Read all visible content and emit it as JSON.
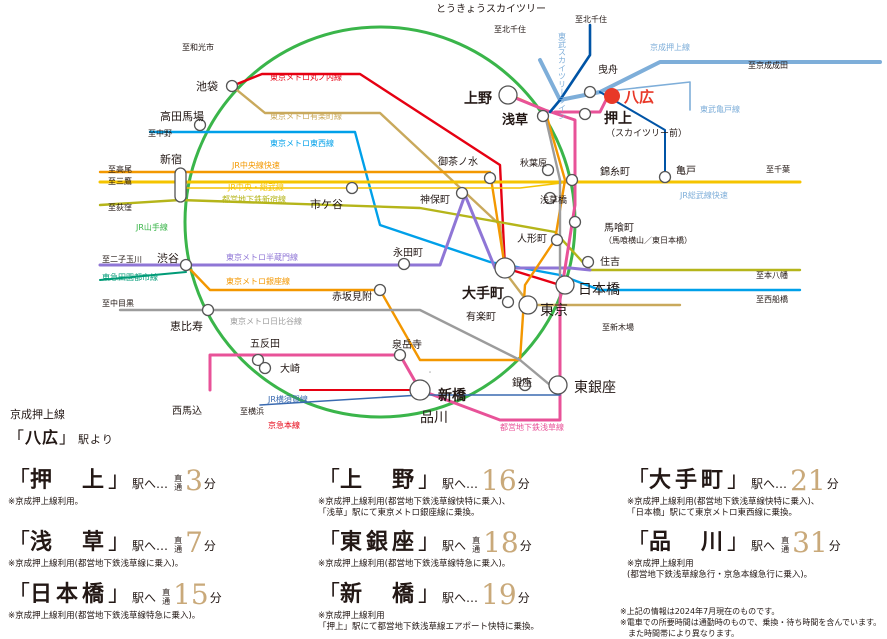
{
  "map": {
    "skytree_label": "とうきょうスカイツリー",
    "origin_station": "八広",
    "colors": {
      "yamanote": "#3ab54a",
      "chuo": "#f39800",
      "sobu": "#f5c400",
      "marunouchi": "#e60012",
      "yurakucho": "#c9a95c",
      "tozai": "#00a0e9",
      "hanzomon": "#8f76d6",
      "ginza": "#f39700",
      "hibiya": "#9c9c9c",
      "shinjuku_line": "#b5b51a",
      "asakusa": "#e85298",
      "keisei": "#7eaed9",
      "tobu": "#0054a6",
      "keikyu": "#e60012",
      "yokosuka": "#3a6ab0",
      "tokyu": "#009b77",
      "origin_marker": "#e83828"
    },
    "line_labels": {
      "marunouchi": "東京メトロ丸ノ内線",
      "yurakucho": "東京メトロ有楽町線",
      "tozai": "東京メトロ東西線",
      "chuo_rapid": "JR中央線快速",
      "chuo_sobu": "JR中央・総武線",
      "shinjuku": "都営地下鉄新宿線",
      "yamanote": "JR山手線",
      "hanzomon": "東京メトロ半蔵門線",
      "ginza": "東京メトロ銀座線",
      "hibiya": "東京メトロ日比谷線",
      "den_en_toshi": "東急田園都市線",
      "yokosuka": "JR横須賀線",
      "keikyu": "京急本線",
      "asakusa": "都営地下鉄浅草線",
      "tobu_skytree": "東武スカイツリーライン",
      "keisei_oshiage": "京成押上線",
      "tobu_kameido": "東武亀戸線",
      "sobu_rapid": "JR総武線快速"
    },
    "direction_labels": {
      "to_wako": "至和光市",
      "to_kitasenju_a": "至北千住",
      "to_kitasenju_b": "至北千住",
      "to_keisei_narita": "至京成成田",
      "to_nakano": "至中野",
      "to_takao": "至高尾",
      "to_mitaka": "至三鷹",
      "to_chiba": "至千葉",
      "to_ogikubo": "至荻窪",
      "to_futako": "至二子玉川",
      "to_motoyawata": "至本八幡",
      "to_nishifunabashi": "至西船橋",
      "to_nakameguro": "至中目黒",
      "to_shinkiba": "至新木場",
      "to_yokohama": "至横浜"
    },
    "stations": {
      "ikebukuro": "池袋",
      "takadanobaba": "高田馬場",
      "shinjuku": "新宿",
      "ichigaya": "市ケ谷",
      "shibuya": "渋谷",
      "ebisu": "恵比寿",
      "gotanda": "五反田",
      "osaki": "大崎",
      "nishimagome": "西馬込",
      "shinagawa": "品川",
      "shinbashi": "新橋",
      "sengakuji": "泉岳寺",
      "akasakamitsuke": "赤坂見附",
      "nagatacho": "永田町",
      "jimbocho": "神保町",
      "ochanomizu": "御茶ノ水",
      "otemachi": "大手町",
      "yurakucho": "有楽町",
      "tokyo": "東京",
      "ginza": "銀座",
      "higashiginza": "東銀座",
      "nihombashi": "日本橋",
      "ningyocho": "人形町",
      "bakurocho": "馬喰町",
      "bakurocho_sub": "（馬喰横山／東日本橋）",
      "asakusabashi": "浅草橋",
      "akihabara": "秋葉原",
      "kinshicho": "錦糸町",
      "kameido": "亀戸",
      "sumiyoshi": "住吉",
      "ueno": "上野",
      "asakusa": "浅草",
      "oshiage": "押上",
      "oshiage_sub": "（スカイツリー前）",
      "hikifune": "曳舟",
      "yahiro": "八広"
    }
  },
  "origin": {
    "line_label": "京成押上線",
    "open_quote": "「",
    "name": "八広",
    "close_quote": "」",
    "suffix": "駅より"
  },
  "routes": [
    {
      "name": "押　上",
      "eki": "駅へ…",
      "direct": true,
      "minutes": "3",
      "unit": "分",
      "note": "※京成押上線利用。"
    },
    {
      "name": "浅　草",
      "eki": "駅へ…",
      "direct": true,
      "minutes": "7",
      "unit": "分",
      "note": "※京成押上線利用(都営地下鉄浅草線に乗入)。"
    },
    {
      "name": "日本橋",
      "eki": "駅へ",
      "direct": true,
      "minutes": "15",
      "unit": "分",
      "note": "※京成押上線利用(都営地下鉄浅草線特急に乗入)。"
    },
    {
      "name": "上　野",
      "eki": "駅へ…",
      "direct": false,
      "minutes": "16",
      "unit": "分",
      "note": "※京成押上線利用(都営地下鉄浅草線快特に乗入)、\n「浅草」駅にて東京メトロ銀座線に乗換。"
    },
    {
      "name": "東銀座",
      "eki": "駅へ",
      "direct": true,
      "minutes": "18",
      "unit": "分",
      "note": "※京成押上線利用(都営地下鉄浅草線特急に乗入)。"
    },
    {
      "name": "新　橋",
      "eki": "駅へ…",
      "direct": false,
      "minutes": "19",
      "unit": "分",
      "note": "※京成押上線利用\n「押上」駅にて都営地下鉄浅草線エアポート快特に乗換。"
    },
    {
      "name": "大手町",
      "eki": "駅へ…",
      "direct": false,
      "minutes": "21",
      "unit": "分",
      "note": "※京成押上線利用(都営地下鉄浅草線快特に乗入)、\n「日本橋」駅にて東京メトロ東西線に乗換。"
    },
    {
      "name": "品　川",
      "eki": "駅へ",
      "direct": true,
      "minutes": "31",
      "unit": "分",
      "note": "※京成押上線利用\n(都営地下鉄浅草線急行・京急本線急行に乗入)。"
    }
  ],
  "direct_label_top": "直",
  "direct_label_bottom": "通",
  "footnotes": [
    "※上記の情報は2024年7月現在のものです。",
    "※電車での所要時間は通勤時のもので、乗換・待ち時間を含んでいます。",
    "　また時間帯により異なります。"
  ]
}
